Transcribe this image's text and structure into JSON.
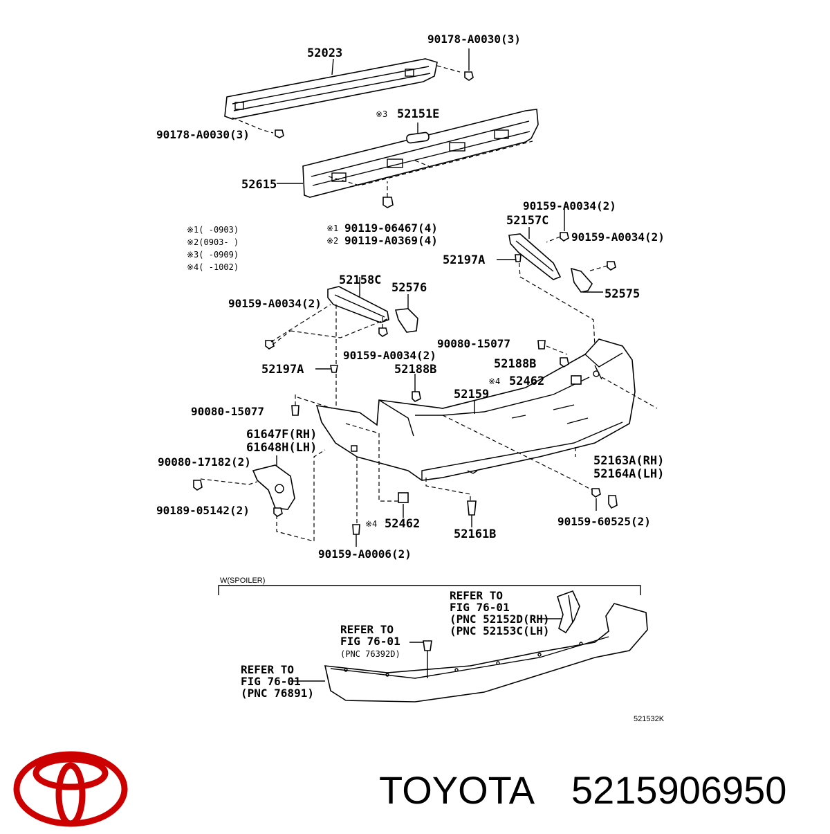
{
  "labels": {
    "p52023": "52023",
    "p90178_top": "90178-A0030(3)",
    "p90178_left": "90178-A0030(3)",
    "p52151E_mark": "※3",
    "p52151E": "52151E",
    "p52615": "52615",
    "n1": "※1(     -0903)",
    "n2": "※2(0903-     )",
    "n3": "※3(     -0909)",
    "n4": "※4(     -1002)",
    "p90119a_mark": "※1",
    "p90119a": "90119-06467(4)",
    "p90119b_mark": "※2",
    "p90119b": "90119-A0369(4)",
    "p90159_top": "90159-A0034(2)",
    "p52157C": "52157C",
    "p90159_right": "90159-A0034(2)",
    "p52197A_right": "52197A",
    "p52575": "52575",
    "p52158C": "52158C",
    "p52576": "52576",
    "p90159_left": "90159-A0034(2)",
    "p90159_mid": "90159-A0034(2)",
    "p90080_upper": "90080-15077",
    "p52188B_right": "52188B",
    "p52462_upper_mark": "※4",
    "p52462_upper": "52462",
    "p52197A_left": "52197A",
    "p52188B_left": "52188B",
    "p52159": "52159",
    "p90080_left": "90080-15077",
    "p61647F": "61647F(RH)",
    "p61648H": "61648H(LH)",
    "p90080_17182": "90080-17182(2)",
    "p52163A": "52163A(RH)",
    "p52164A": "52164A(LH)",
    "p90189": "90189-05142(2)",
    "p52462_lower_mark": "※4",
    "p52462_lower": "52462",
    "p52161B": "52161B",
    "p90159_60525": "90159-60525(2)",
    "p90159_A0006": "90159-A0006(2)",
    "spoiler": "W(SPOILER)",
    "ref1_a": "REFER TO",
    "ref1_b": "FIG 76-01",
    "ref1_c": "(PNC 52152D(RH)",
    "ref1_d": "(PNC 52153C(LH)",
    "ref2_a": "REFER TO",
    "ref2_b": "FIG 76-01",
    "ref2_c": "(PNC 76392D)",
    "ref3_a": "REFER TO",
    "ref3_b": "FIG 76-01",
    "ref3_c": "(PNC 76891)",
    "diagram_code": "521532K"
  },
  "brand": {
    "name": "TOYOTA",
    "part_number": "5215906950",
    "logo_color": "#cc0000"
  }
}
